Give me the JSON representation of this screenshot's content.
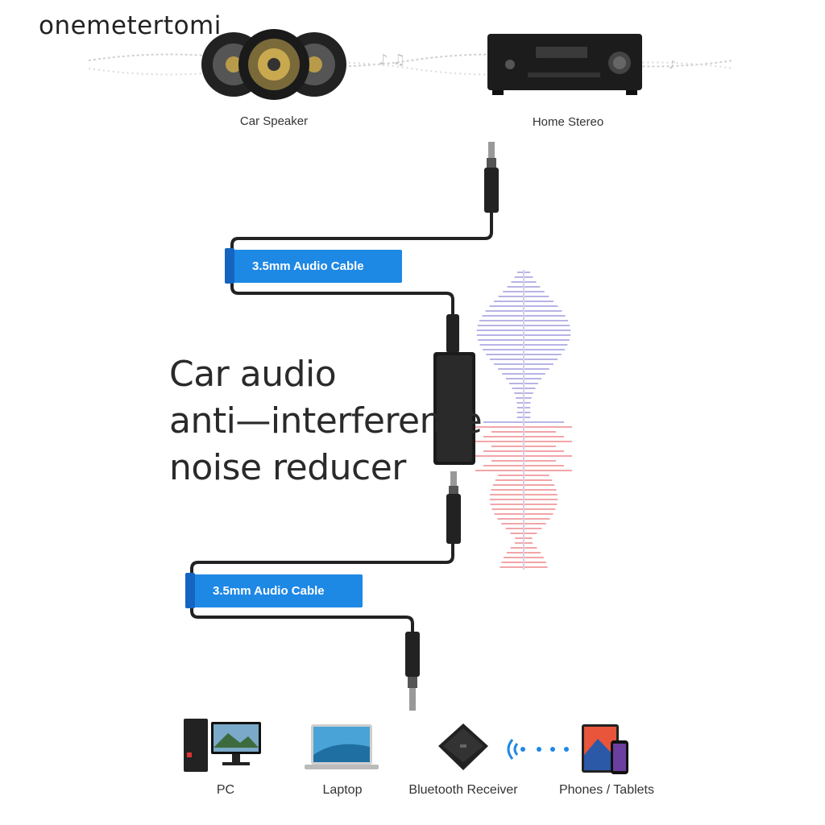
{
  "watermark": "onemetertomi",
  "top_devices": {
    "car_speaker": "Car Speaker",
    "home_stereo": "Home Stereo"
  },
  "cable_tags": {
    "top": "3.5mm Audio Cable",
    "bottom": "3.5mm Audio Cable"
  },
  "headline": {
    "line1": "Car audio",
    "line2": "anti—interference",
    "line3": "noise reducer"
  },
  "bottom_devices": {
    "pc": "PC",
    "laptop": "Laptop",
    "bluetooth_receiver": "Bluetooth Receiver",
    "phones_tablets": "Phones / Tablets"
  },
  "colors": {
    "tag_blue": "#1e88e5",
    "wave_top": "#b7b4e6",
    "wave_bottom": "#f2a5a8"
  }
}
